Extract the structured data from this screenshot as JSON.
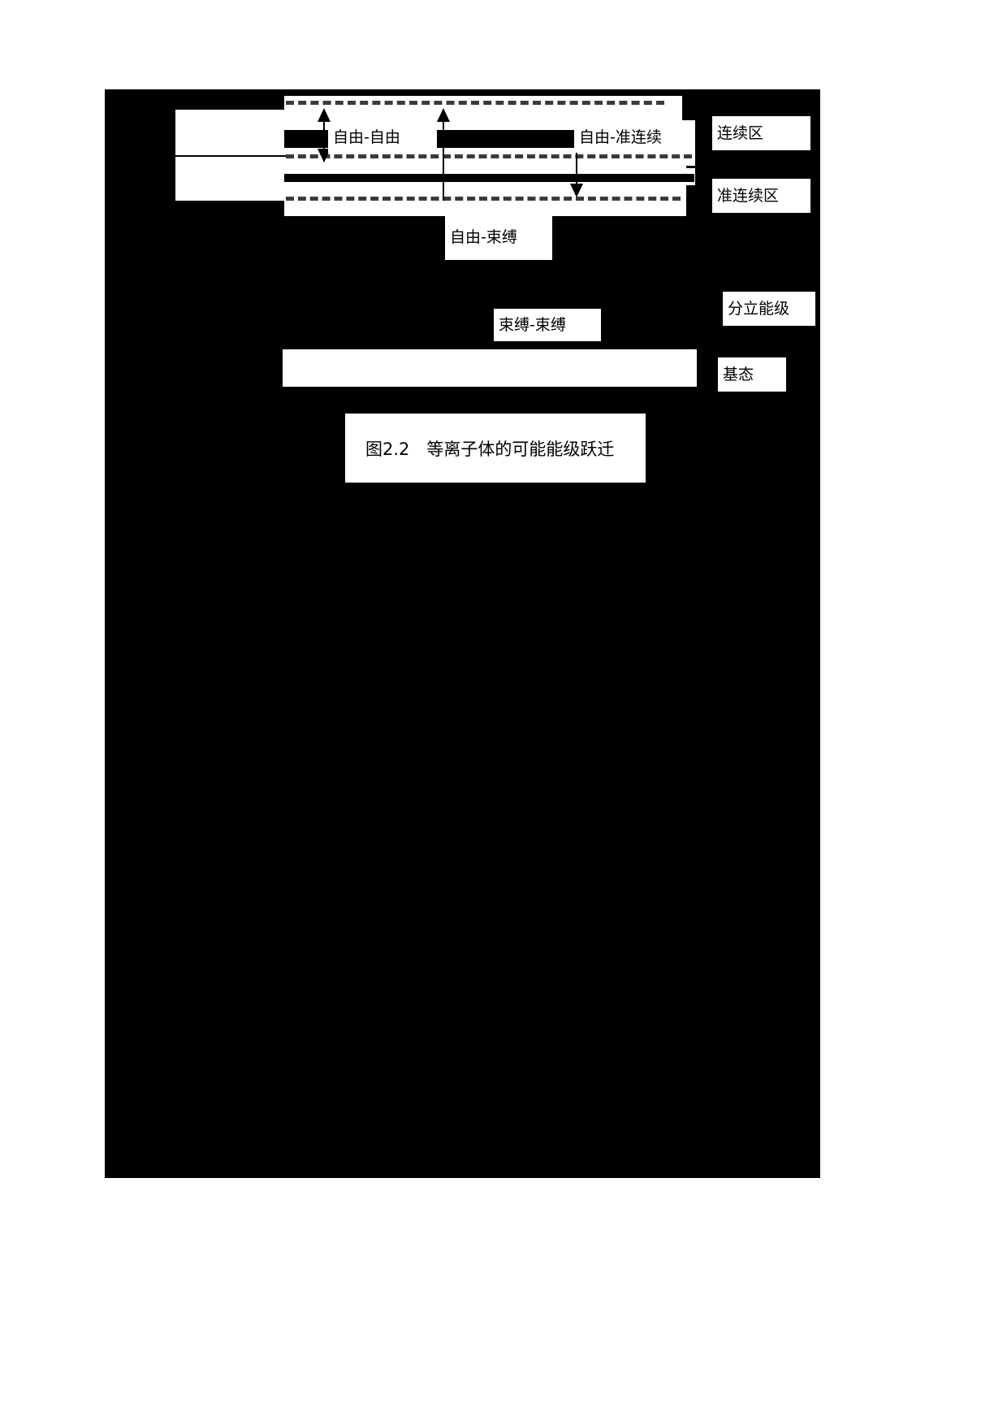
{
  "figure": {
    "caption": "图2.2　等离子体的可能能级跃迁",
    "background_color": "#000000",
    "label_color": "#000000",
    "label_bg_color": "#ffffff",
    "level_line_color": "#3a3a3a"
  },
  "transitions": [
    {
      "id": "free-free",
      "label": "自由-自由",
      "kind": "double-headed"
    },
    {
      "id": "free-quasicontinuum",
      "label": "自由-准连续",
      "kind": "up"
    },
    {
      "id": "free-bound",
      "label": "自由-束缚",
      "kind": "down"
    },
    {
      "id": "bound-bound",
      "label": "束缚-束缚",
      "kind": "down"
    }
  ],
  "regions": [
    {
      "id": "continuum",
      "label": "连续区"
    },
    {
      "id": "quasi-continuum",
      "label": "准连续区"
    },
    {
      "id": "discrete-levels",
      "label": "分立能级"
    },
    {
      "id": "ground-state",
      "label": "基态"
    }
  ]
}
